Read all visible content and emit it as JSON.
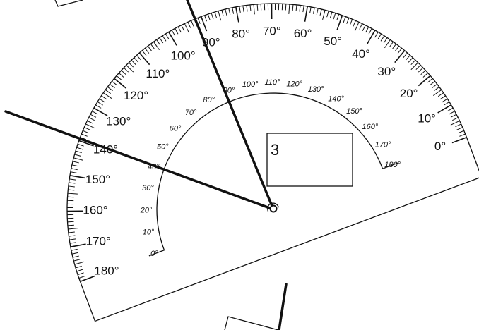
{
  "protractor": {
    "outer_scale_labels": [
      "0°",
      "10°",
      "20°",
      "30°",
      "40°",
      "50°",
      "60°",
      "70°",
      "80°",
      "90°",
      "100°",
      "110°",
      "120°",
      "130°",
      "140°",
      "150°",
      "160°",
      "170°",
      "180°"
    ],
    "inner_scale_labels": [
      "0°",
      "10°",
      "20°",
      "30°",
      "40°",
      "50°",
      "60°",
      "70°",
      "80°",
      "90°",
      "100°",
      "110°",
      "120°",
      "130°",
      "140°",
      "150°",
      "160°",
      "170°",
      "180°"
    ]
  },
  "answer_box": {
    "value": "3"
  },
  "colors": {
    "line": "#111111",
    "background": "#ffffff"
  }
}
